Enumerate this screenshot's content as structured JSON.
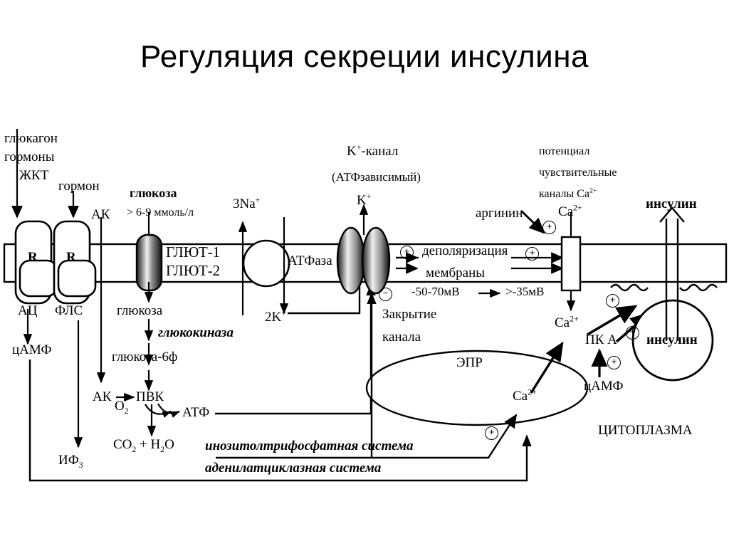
{
  "title": "Регуляция секреции инсулина",
  "membrane": {
    "label": "plasma-membrane"
  },
  "left_receptors": {
    "glucagon": "глюкагон",
    "hormones": "гормоны",
    "git": "ЖКТ",
    "hormone": "гормон",
    "receptor1": "R",
    "receptor2": "R",
    "ac": "АЦ",
    "plc": "ФЛС",
    "camp": "цАМФ",
    "ak_top": "АК"
  },
  "glucose_branch": {
    "glucose_out": "глюкоза",
    "concentration": "> 6-9 ммоль/л",
    "glut": [
      "ГЛЮТ-1",
      "ГЛЮТ-2"
    ],
    "glucose_in": "глюкоза",
    "glucokinase": "глюкокиназа",
    "g6p": "глюкоза-6ф",
    "ak": "АК",
    "pvk": "ПВК",
    "o2": "O",
    "o2_sub": "2",
    "atp": "АТФ",
    "co2h2o": "CO2 + H2O",
    "if3": "ИФ",
    "if3_sub": "3"
  },
  "atpase": {
    "na": "3Na",
    "na_sup": "+",
    "k_in": "2K",
    "k_in_sup": "+",
    "name": "АТФаза"
  },
  "k_channel": {
    "title": "K",
    "title_sup": "+",
    "title_rest": "-канал",
    "subtitle": "(АТФзависимый)",
    "k_out": "K",
    "k_out_sup": "+",
    "closing_1": "Закрытие",
    "closing_2": "канала",
    "minus_sign": "−"
  },
  "depolarization": {
    "line1": "деполяризация",
    "line2": "мембраны",
    "potential_from": "-50-70мВ",
    "potential_to": ">-35мВ",
    "plus_sign": "+"
  },
  "ca_channel": {
    "caption_1": "потенциал",
    "caption_2": "чувствительные",
    "caption_3": "каналы Ca",
    "caption_3_sup": "2+",
    "arginine": "аргинин",
    "ca_out": "Ca",
    "ca_out_sup": "2+",
    "ca_in": "Ca",
    "ca_in_sup": "2+"
  },
  "er": {
    "name": "ЭПР",
    "ca": "Ca",
    "ca_sup": "2+"
  },
  "secretion": {
    "pka": "ПК А",
    "camp": "цАМФ",
    "vesicle_label": "инсулин",
    "insulin_out": "инсулин",
    "cytoplasm": "ЦИТОПЛАЗМА"
  },
  "systems": {
    "inositol": "инозитолтрифосфатная система",
    "adenylate": "аденилатциклазная система"
  }
}
